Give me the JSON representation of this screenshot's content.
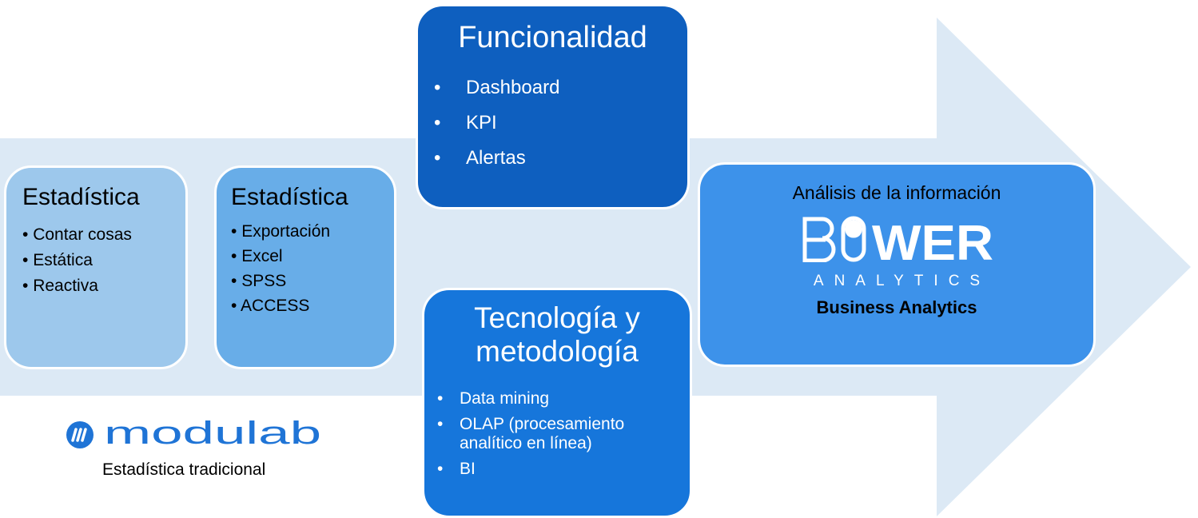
{
  "boxes": {
    "estadistica_1": {
      "title": "Estadística",
      "items": [
        "Contar cosas",
        "Estática",
        "Reactiva"
      ]
    },
    "estadistica_2": {
      "title": "Estadística",
      "items": [
        "Exportación",
        "Excel",
        "SPSS",
        "ACCESS"
      ]
    },
    "funcionalidad": {
      "title": "Funcionalidad",
      "items": [
        "Dashboard",
        "KPI",
        "Alertas"
      ]
    },
    "tecnologia": {
      "title_line1": "Tecnología y",
      "title_line2": "metodología",
      "items": [
        "Data mining",
        "OLAP (procesamiento analítico en línea)",
        "BI"
      ]
    },
    "bower": {
      "subtitle": "Análisis de la información",
      "logo_text": "BOWER",
      "brand_sub": "ANALYTICS",
      "tagline": "Business Analytics"
    }
  },
  "modulab": {
    "logo_text": "modulab",
    "caption": "Estadística tradicional"
  },
  "colors": {
    "arrow": "#dce9f5",
    "box1": "#9dc8ec",
    "box2": "#68ade8",
    "box3": "#0e5fbf",
    "box4": "#1676db",
    "box5": "#3d92ea",
    "modulab_blue": "#1f74d6"
  }
}
